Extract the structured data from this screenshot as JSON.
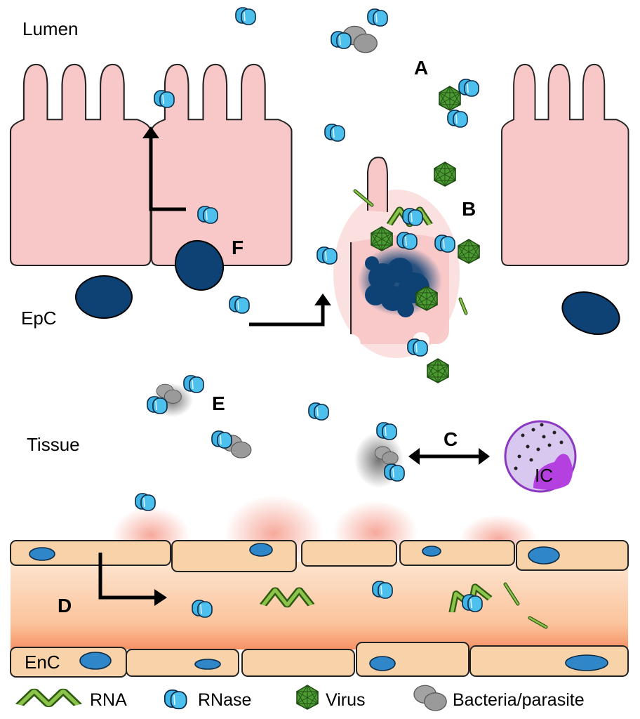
{
  "regions": {
    "lumen": "Lumen",
    "tissue": "Tissue",
    "epithelial_cell": "EpC",
    "endothelial_cell": "EnC",
    "immune_cell": "IC"
  },
  "panels": {
    "a": "A",
    "b": "B",
    "c": "C",
    "d": "D",
    "e": "E",
    "f": "F"
  },
  "legend": {
    "rna": "RNA",
    "rnase": "RNase",
    "virus": "Virus",
    "bacteria": "Bacteria/parasite"
  },
  "colors": {
    "epithelium": "#f8c7c7",
    "nucleus": "#0e4275",
    "endothelium": "#f8d2a8",
    "endo_nucleus": "#2f86c8",
    "rnase": "#3db3e6",
    "virus": "#4c9b32",
    "rna": "#6aa52e",
    "microbe": "#a3a3a3",
    "immune_cell": "#d8c8f0",
    "immune_nucleus": "#b540e0"
  },
  "icons": [
    "rna-icon",
    "rnase-icon",
    "virus-icon",
    "bacteria-icon",
    "arrow-icon"
  ]
}
